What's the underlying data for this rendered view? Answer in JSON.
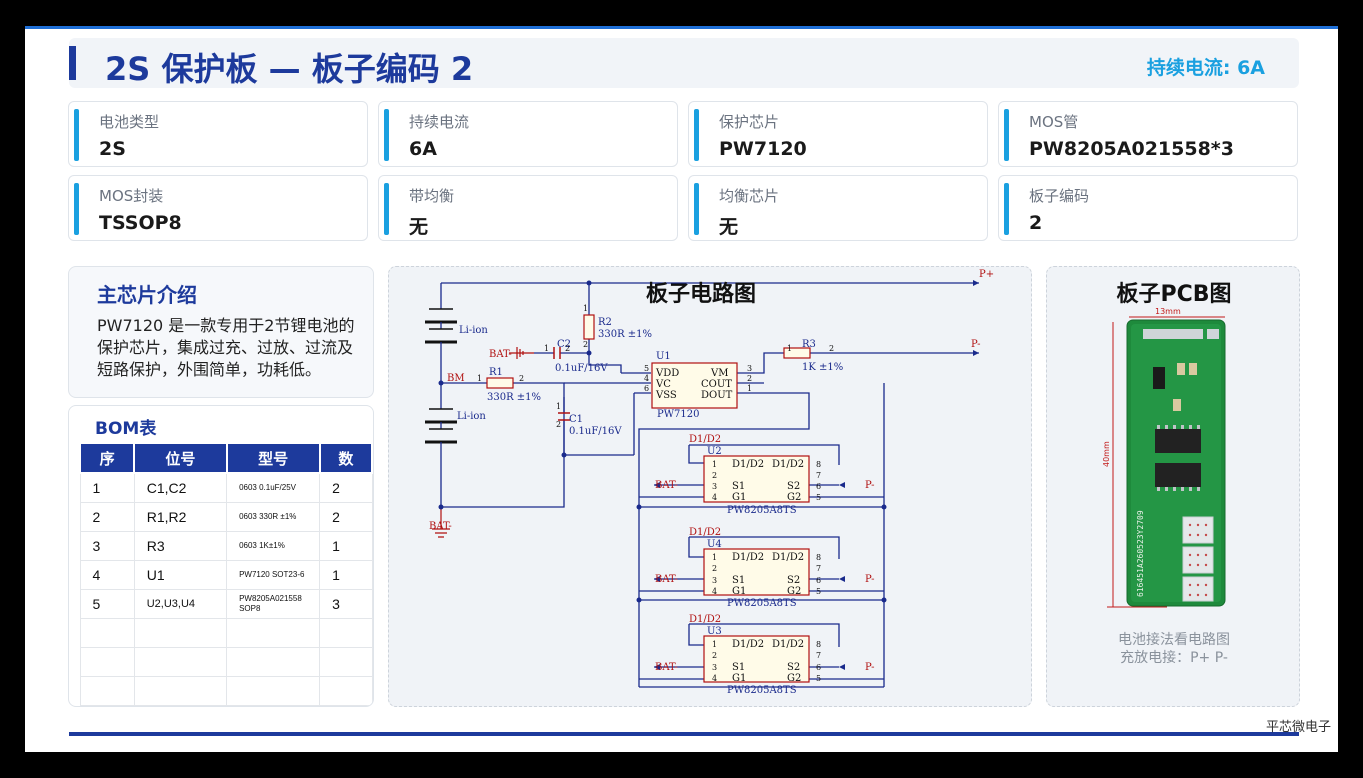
{
  "header": {
    "title": "2S 保护板 — 板子编码 2",
    "continuous_current": "持续电流: 6A"
  },
  "specs": [
    {
      "label": "电池类型",
      "value": "2S"
    },
    {
      "label": "持续电流",
      "value": "6A"
    },
    {
      "label": "保护芯片",
      "value": "PW7120"
    },
    {
      "label": "MOS管",
      "value": "PW8205A021558*3"
    },
    {
      "label": "MOS封装",
      "value": "TSSOP8"
    },
    {
      "label": "带均衡",
      "value": "无"
    },
    {
      "label": "均衡芯片",
      "value": "无"
    },
    {
      "label": "板子编码",
      "value": "2"
    }
  ],
  "intro": {
    "title": "主芯片介绍",
    "body": "PW7120 是一款专用于2节锂电池的保护芯片，集成过充、过放、过流及短路保护，外围简单，功耗低。"
  },
  "bom": {
    "title": "BOM表",
    "headers": [
      "序",
      "位号",
      "型号",
      "数"
    ],
    "rows": [
      [
        "1",
        "C1,C2",
        "0603 0.1uF/25V",
        "2"
      ],
      [
        "2",
        "R1,R2",
        "0603 330R ±1%",
        "2"
      ],
      [
        "3",
        "R3",
        "0603 1K±1%",
        "1"
      ],
      [
        "4",
        "U1",
        "PW7120 SOT23-6",
        "1"
      ],
      [
        "5",
        "U2,U3,U4",
        "PW8205A021558 SOP8",
        "3"
      ]
    ]
  },
  "schematic": {
    "title": "板子电路图",
    "labels": {
      "p_plus": "P+",
      "p_minus": "P-",
      "bat_minus": "BAT-",
      "bm": "BM",
      "li_ion": "Li-ion",
      "r1": "R1",
      "r1_val": "330R ±1%",
      "r2": "R2",
      "r2_val": "330R ±1%",
      "r3": "R3",
      "r3_val": "1K ±1%",
      "c1": "C1",
      "c1_val": "0.1uF/16V",
      "c2": "C2",
      "c2_val": "0.1uF/16V",
      "u1": "U1",
      "u1_part": "PW7120",
      "vdd": "VDD",
      "vc": "VC",
      "vss": "VSS",
      "vm": "VM",
      "cout": "COUT",
      "dout": "DOUT",
      "d1d2": "D1/D2",
      "s1": "S1",
      "s2": "S2",
      "g1": "G1",
      "g2": "G2",
      "u2": "U2",
      "u3": "U3",
      "u4": "U4",
      "mos_part": "PW8205A8TS"
    }
  },
  "pcb": {
    "title": "板子PCB图",
    "width_dim": "13mm",
    "height_dim": "40mm",
    "silk_text": "616451A260523Y2709",
    "note_1": "电池接法看电路图",
    "note_2": "充放电接：P+ P-"
  },
  "brand": "平芯微电子",
  "colors": {
    "primary": "#1d3a9c",
    "accent": "#1aa0e0",
    "wire": "#1a2a8c",
    "pcb_green": "#1e8a3c"
  }
}
